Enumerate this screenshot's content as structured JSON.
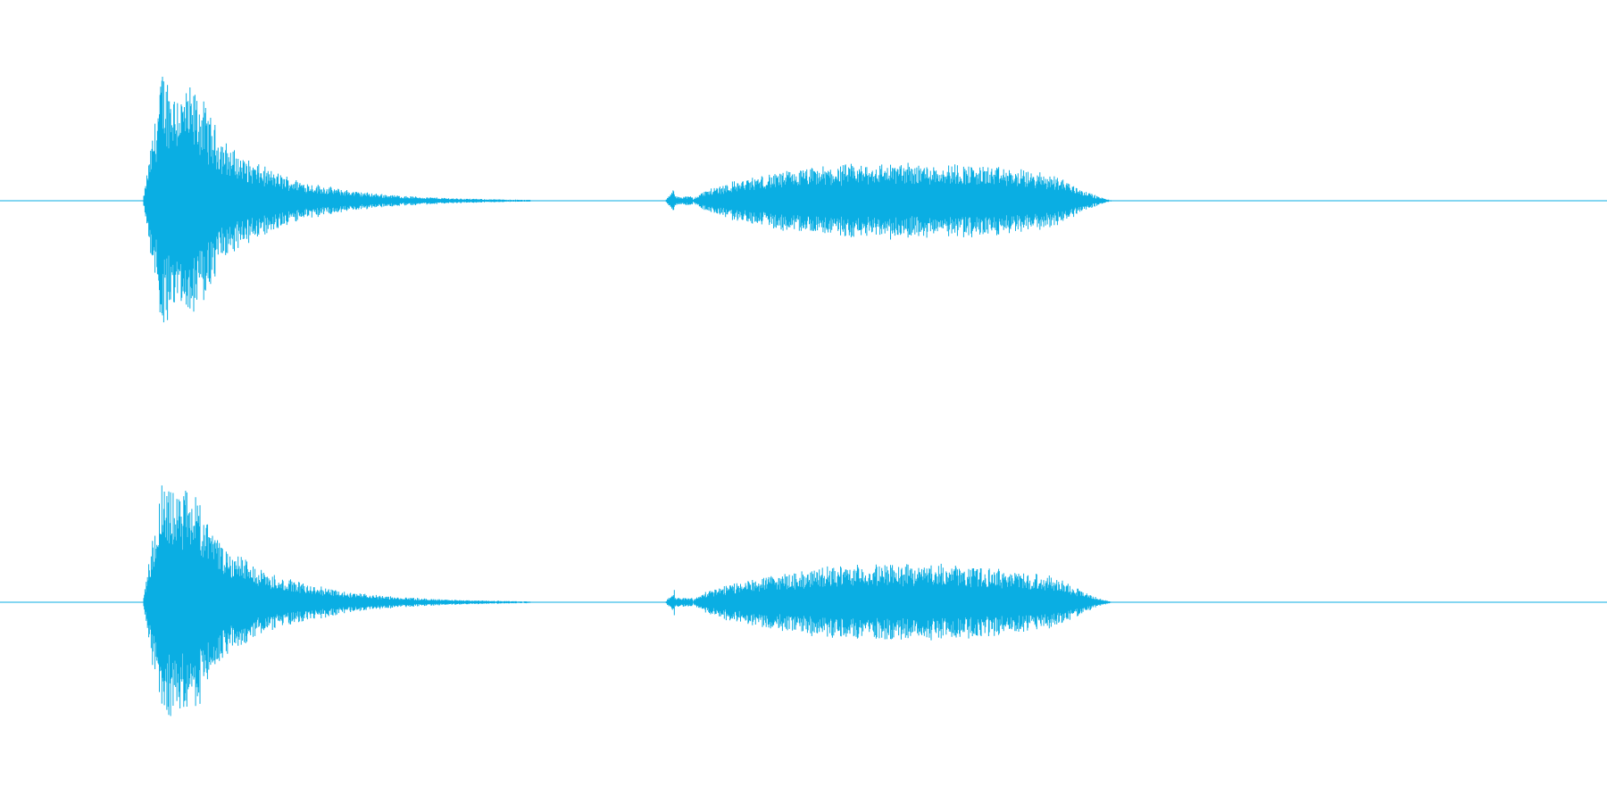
{
  "waveform": {
    "color": "#0aaee3",
    "background": "#ffffff",
    "duration_fraction_shown": 1.0,
    "channels": [
      {
        "name": "",
        "bursts": [
          {
            "start": 0.089,
            "attack_end": 0.1,
            "peak": 1.0,
            "decay_end": 0.33,
            "envelope": "pluck"
          },
          {
            "start": 0.414,
            "attack_end": 0.55,
            "peak": 0.28,
            "decay_end": 0.7,
            "envelope": "swell"
          }
        ]
      },
      {
        "name": "",
        "bursts": [
          {
            "start": 0.089,
            "attack_end": 0.1,
            "peak": 1.0,
            "decay_end": 0.33,
            "envelope": "pluck"
          },
          {
            "start": 0.414,
            "attack_end": 0.55,
            "peak": 0.28,
            "decay_end": 0.7,
            "envelope": "swell"
          }
        ]
      }
    ]
  }
}
